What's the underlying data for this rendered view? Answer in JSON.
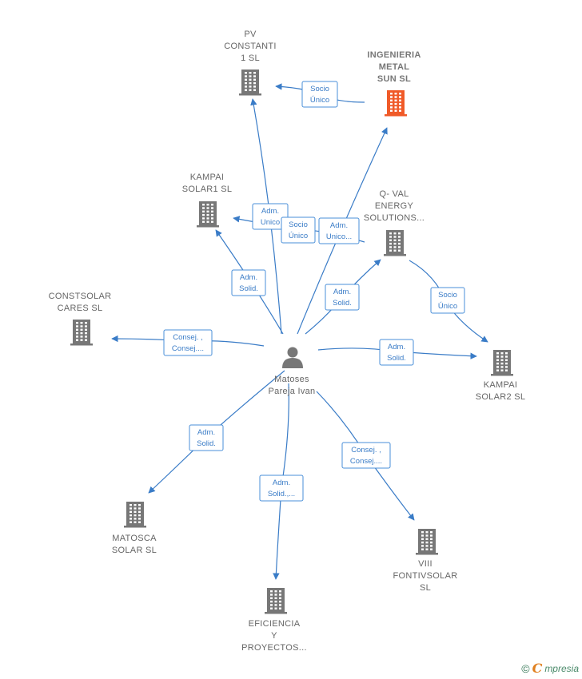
{
  "center": {
    "name_lines": [
      "Matoses",
      "Pareja Ivan"
    ],
    "icon": "person-icon"
  },
  "companies": [
    {
      "id": "pv",
      "lines": [
        "PV",
        "CONSTANTI",
        "1  SL"
      ],
      "highlight": false
    },
    {
      "id": "ing",
      "lines": [
        "INGENIERIA",
        "METAL",
        "SUN  SL"
      ],
      "highlight": true
    },
    {
      "id": "k1",
      "lines": [
        "KAMPAI",
        "SOLAR1  SL"
      ],
      "highlight": false
    },
    {
      "id": "qv",
      "lines": [
        "Q- VAL",
        "ENERGY",
        "SOLUTIONS..."
      ],
      "highlight": false
    },
    {
      "id": "cs",
      "lines": [
        "CONSTSOLAR",
        "CARES  SL"
      ],
      "highlight": false
    },
    {
      "id": "k2",
      "lines": [
        "KAMPAI",
        "SOLAR2  SL"
      ],
      "highlight": false
    },
    {
      "id": "ma",
      "lines": [
        "MATOSCA",
        "SOLAR SL"
      ],
      "highlight": false
    },
    {
      "id": "ef",
      "lines": [
        "EFICIENCIA",
        "Y",
        "PROYECTOS..."
      ],
      "highlight": false
    },
    {
      "id": "vi",
      "lines": [
        "VIII",
        "FONTIVSOLAR",
        "SL"
      ],
      "highlight": false
    }
  ],
  "edges": [
    {
      "id": "ing-pv",
      "lines": [
        "Socio",
        "Único"
      ]
    },
    {
      "id": "c-pv",
      "lines": [
        "Adm.",
        "Unico"
      ]
    },
    {
      "id": "qv-k1",
      "lines": [
        "Socio",
        "Único"
      ]
    },
    {
      "id": "c-ing",
      "lines": [
        "Adm.",
        "Unico..."
      ]
    },
    {
      "id": "c-k1",
      "lines": [
        "Adm.",
        "Solid."
      ]
    },
    {
      "id": "c-qv",
      "lines": [
        "Adm.",
        "Solid."
      ]
    },
    {
      "id": "qv-k2",
      "lines": [
        "Socio",
        "Único"
      ]
    },
    {
      "id": "c-cs",
      "lines": [
        "Consej. ,",
        "Consej...."
      ]
    },
    {
      "id": "c-k2",
      "lines": [
        "Adm.",
        "Solid."
      ]
    },
    {
      "id": "c-ma",
      "lines": [
        "Adm.",
        "Solid."
      ]
    },
    {
      "id": "c-ef",
      "lines": [
        "Adm.",
        "Solid.,..."
      ]
    },
    {
      "id": "c-vi",
      "lines": [
        "Consej. ,",
        "Consej...."
      ]
    }
  ],
  "footer": {
    "copyright": "©",
    "brand_initial": "C",
    "brand_rest": "mpresia"
  },
  "colors": {
    "edge": "#3a7cc7",
    "building": "#777777",
    "building_highlight": "#f05a28"
  }
}
